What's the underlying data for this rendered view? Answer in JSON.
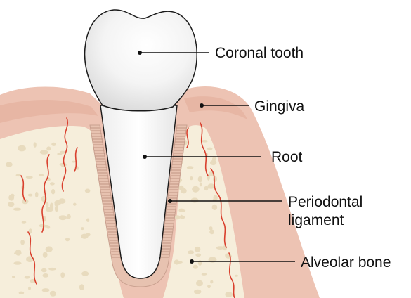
{
  "diagram": {
    "labels": {
      "coronal_tooth": "Coronal tooth",
      "gingiva": "Gingiva",
      "root": "Root",
      "periodontal_line1": "Periodontal",
      "periodontal_line2": "ligament",
      "alveolar_bone": "Alveolar bone"
    },
    "colors": {
      "gingiva": "#EDC3B3",
      "gingiva_dark": "#E3AE9A",
      "bone": "#F6EEDB",
      "bone_pores": "#E8DBBE",
      "tooth": "#FFFFFF",
      "tooth_shade": "#D8D8D8",
      "ligament": "#C9A08F",
      "vessels": "#D9402E",
      "outline": "#1A1A1A"
    }
  }
}
